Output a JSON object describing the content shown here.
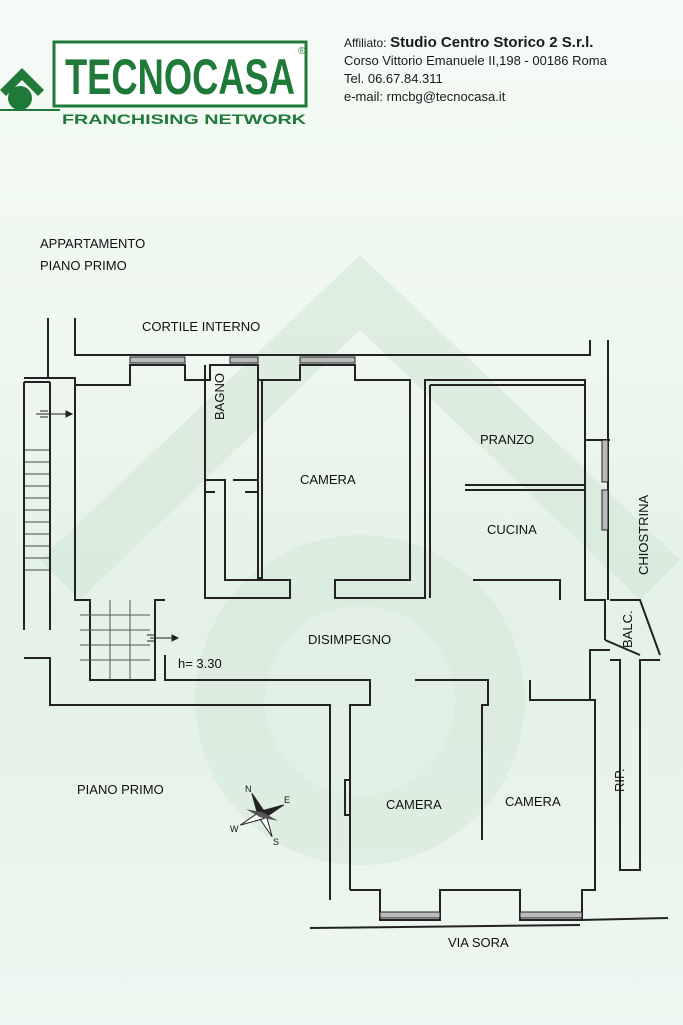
{
  "brand": {
    "logo_word": "TECNOCASA",
    "registered_mark": "®",
    "tagline": "FRANCHISING NETWORK",
    "color": "#1f7a3a"
  },
  "affiliate": {
    "label": "Affiliato:",
    "name": "Studio Centro Storico 2 S.r.l.",
    "address": "Corso Vittorio Emanuele II,198 - 00186 Roma",
    "phone": "Tel. 06.67.84.311",
    "email": "e-mail: rmcbg@tecnocasa.it"
  },
  "plan": {
    "title_line1": "APPARTAMENTO",
    "title_line2": "PIANO PRIMO",
    "rooms": {
      "cortile": "CORTILE INTERNO",
      "bagno": "BAGNO",
      "camera_top": "CAMERA",
      "pranzo": "PRANZO",
      "cucina": "CUCINA",
      "chiostrina": "CHIOSTRINA",
      "balc": "BALC.",
      "disimpegno": "DISIMPEGNO",
      "height": "h= 3.30",
      "piano_primo": "PIANO PRIMO",
      "camera_left": "CAMERA",
      "camera_right": "CAMERA",
      "rip": "RIP.",
      "via_sora": "VIA SORA"
    },
    "compass": {
      "n": "N",
      "e": "E",
      "s": "S",
      "w": "W"
    }
  }
}
